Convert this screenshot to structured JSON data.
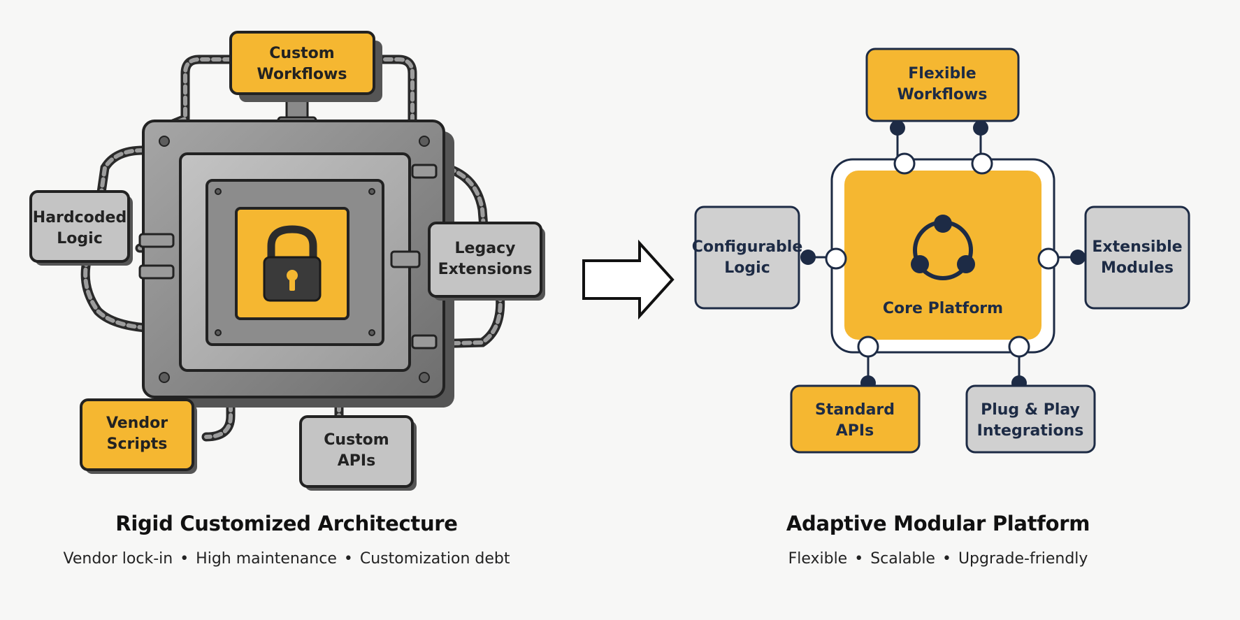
{
  "left": {
    "title": "Rigid Customized Architecture",
    "tags": [
      "Vendor lock-in",
      "High maintenance",
      "Customization debt"
    ],
    "modules": {
      "custom_workflows": [
        "Custom",
        "Workflows"
      ],
      "hardcoded_logic": [
        "Hardcoded",
        "Logic"
      ],
      "legacy_extensions": [
        "Legacy",
        "Extensions"
      ],
      "vendor_scripts": [
        "Vendor",
        "Scripts"
      ],
      "custom_apis": [
        "Custom",
        "APIs"
      ]
    },
    "core_icon": "padlock-icon"
  },
  "transition_icon": "right-arrow-icon",
  "right": {
    "title": "Adaptive Modular Platform",
    "tags": [
      "Flexible",
      "Scalable",
      "Upgrade-friendly"
    ],
    "core_label": "Core Platform",
    "core_icon": "cycle-nodes-icon",
    "modules": {
      "flexible_workflows": [
        "Flexible",
        "Workflows"
      ],
      "configurable_logic": [
        "Configurable",
        "Logic"
      ],
      "extensible_modules": [
        "Extensible",
        "Modules"
      ],
      "standard_apis": [
        "Standard",
        "APIs"
      ],
      "plug_play": [
        "Plug & Play",
        "Integrations"
      ]
    }
  },
  "colors": {
    "accent_yellow": "#f5b731",
    "metal_gray": "#8e8e8e",
    "panel_gray": "#c9c9c9",
    "navy": "#1d2b45",
    "background": "#f7f7f6"
  }
}
